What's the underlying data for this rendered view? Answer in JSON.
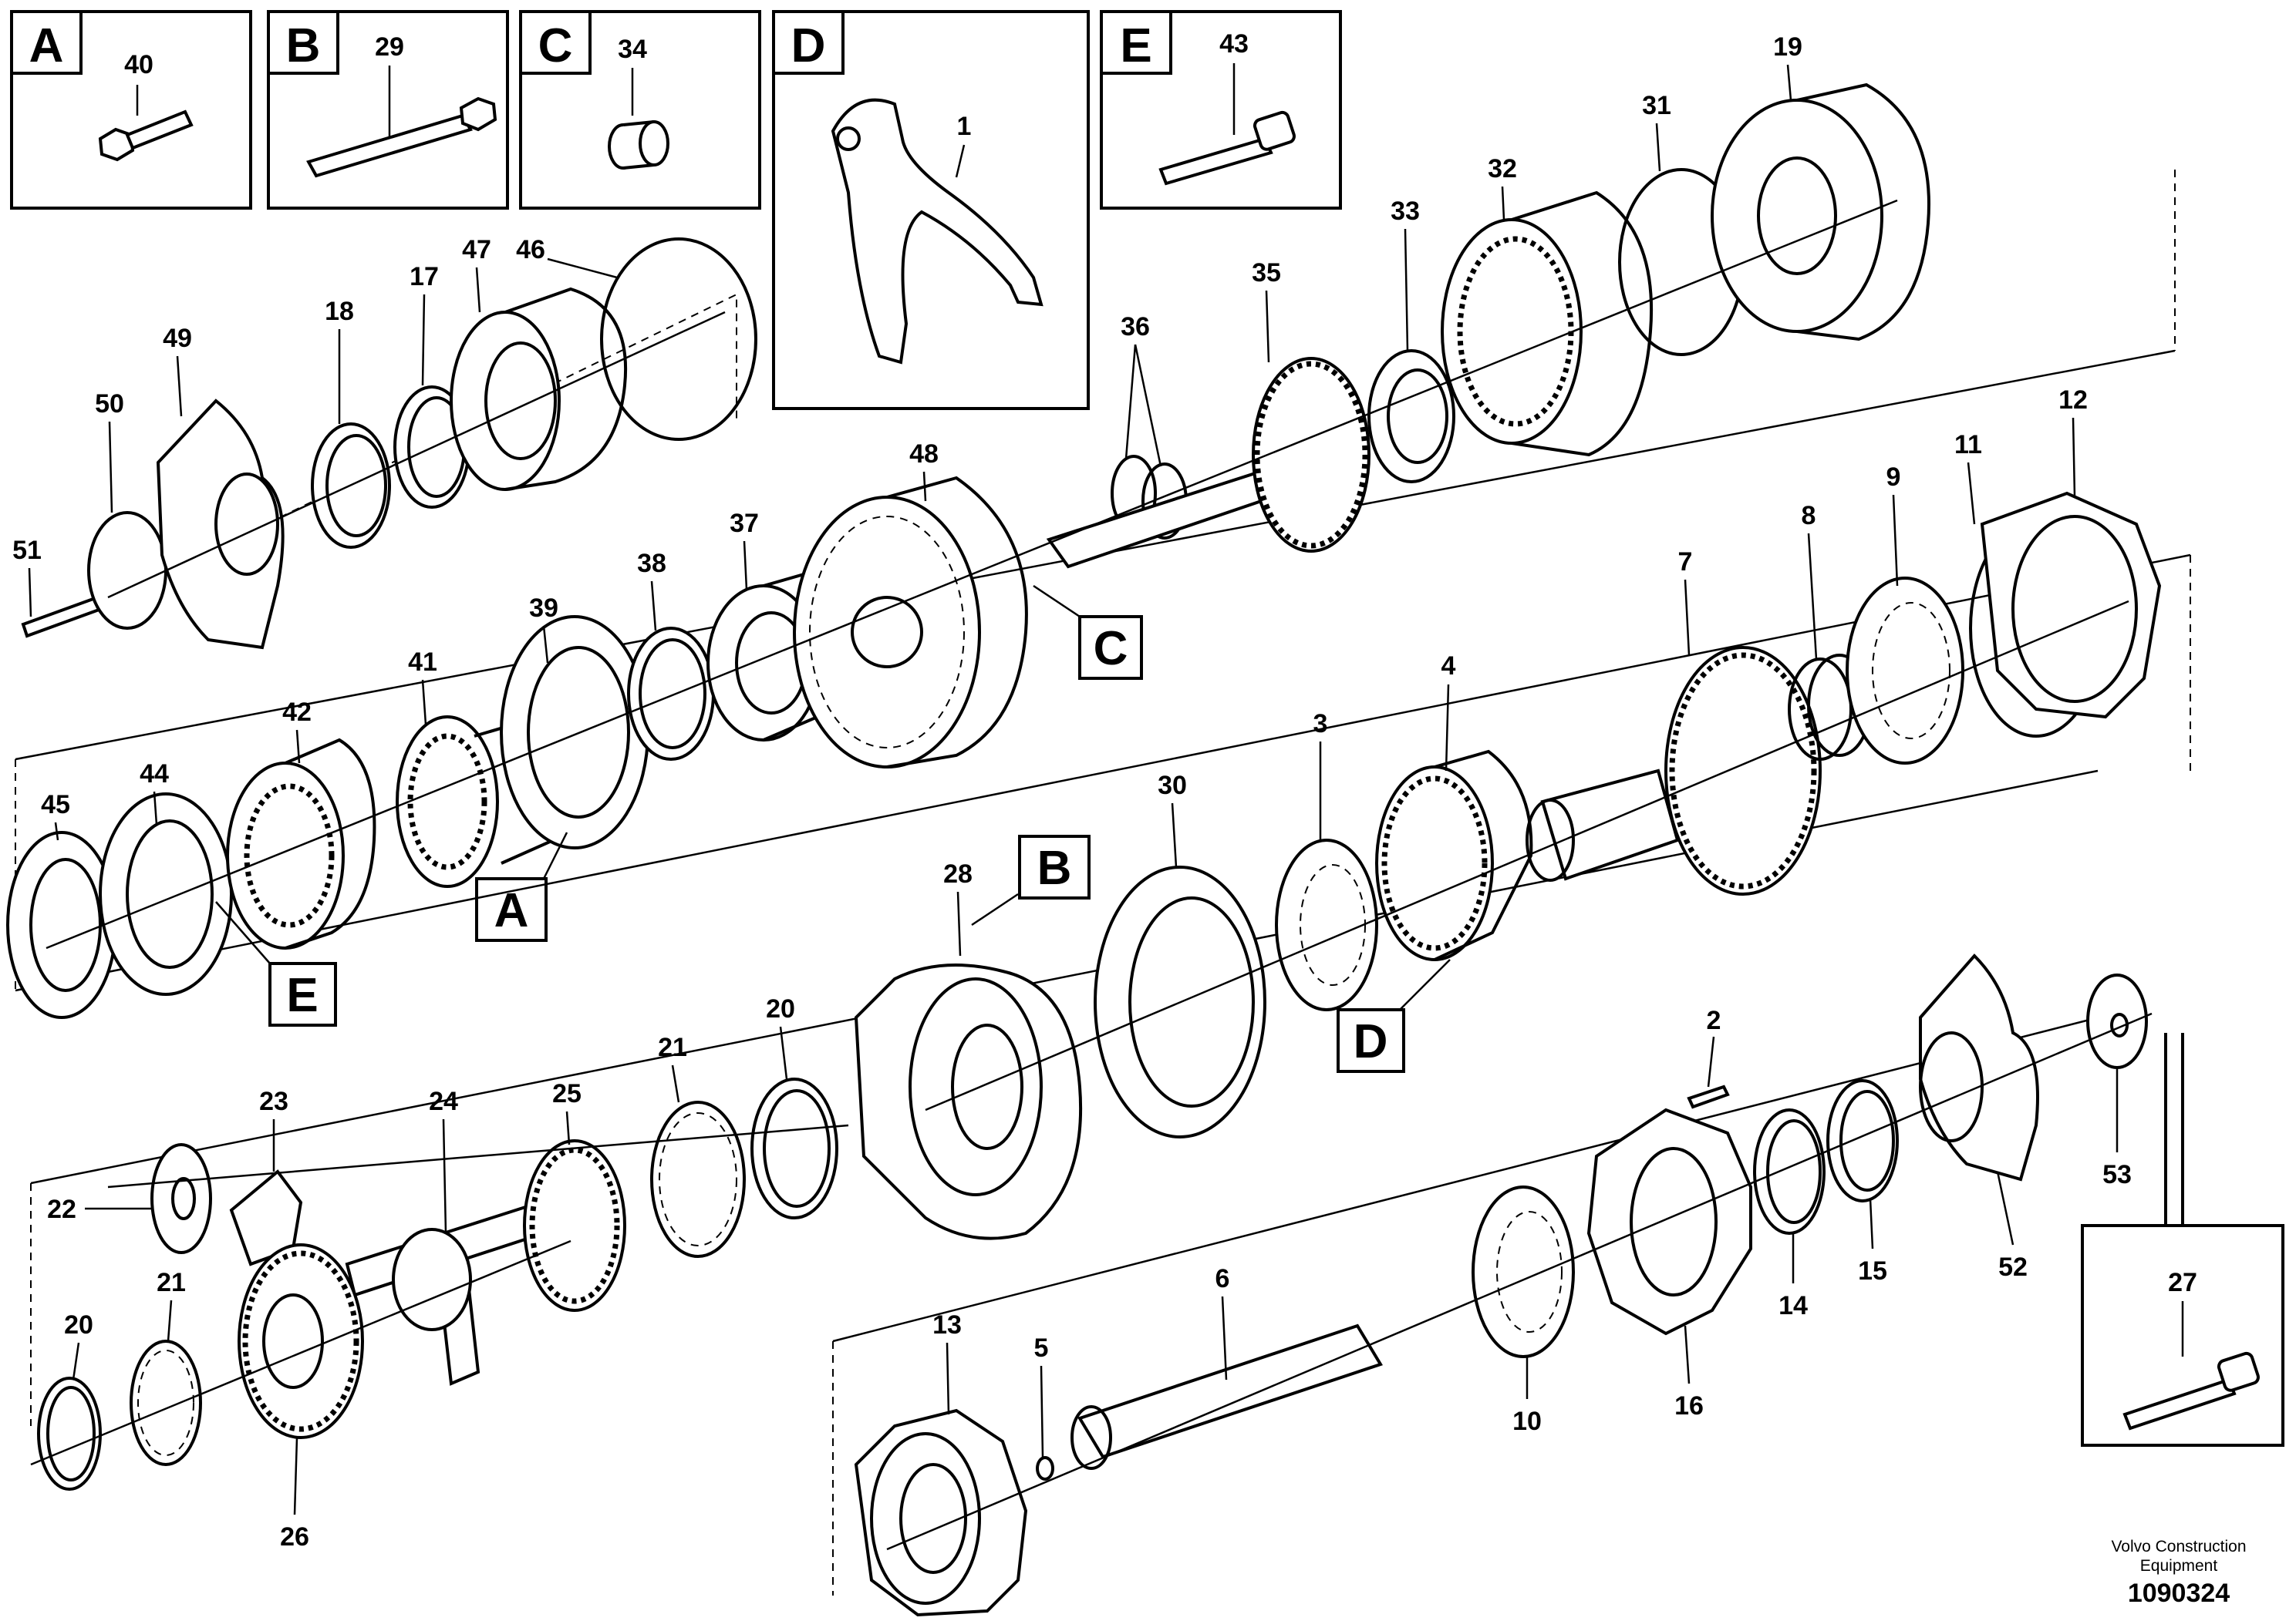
{
  "inset_boxes": [
    {
      "letter": "A",
      "part": "40"
    },
    {
      "letter": "B",
      "part": "29"
    },
    {
      "letter": "C",
      "part": "34"
    },
    {
      "letter": "D",
      "part": "1"
    },
    {
      "letter": "E",
      "part": "43"
    }
  ],
  "side_box": {
    "part": "27"
  },
  "callout_letters": [
    "A",
    "B",
    "C",
    "D",
    "E"
  ],
  "part_numbers": [
    "2",
    "3",
    "4",
    "5",
    "6",
    "7",
    "8",
    "9",
    "10",
    "11",
    "12",
    "13",
    "14",
    "15",
    "16",
    "17",
    "18",
    "19",
    "20",
    "20",
    "21",
    "21",
    "22",
    "23",
    "24",
    "25",
    "26",
    "28",
    "30",
    "31",
    "32",
    "33",
    "35",
    "36",
    "37",
    "38",
    "39",
    "41",
    "42",
    "44",
    "45",
    "46",
    "47",
    "48",
    "49",
    "50",
    "51",
    "52",
    "53"
  ],
  "footer": {
    "credit_line1": "Volvo Construction",
    "credit_line2": "Equipment",
    "drawing_number": "1090324"
  }
}
